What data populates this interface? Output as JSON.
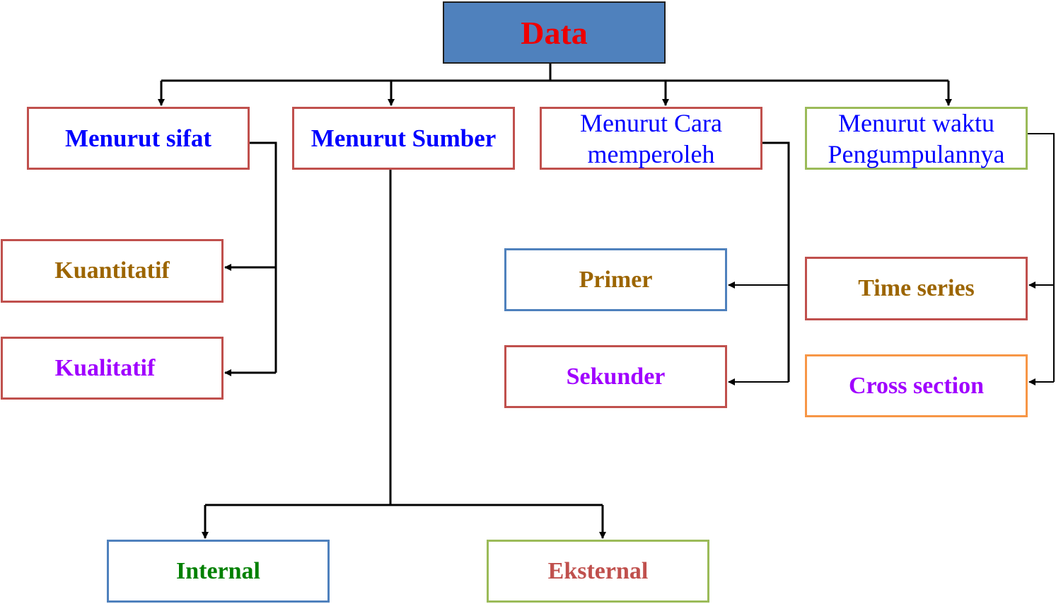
{
  "root": {
    "label": "Data"
  },
  "categories": {
    "sifat": {
      "label": "Menurut sifat"
    },
    "sumber": {
      "label": "Menurut Sumber"
    },
    "cara": {
      "line1": "Menurut Cara",
      "line2": "memperoleh"
    },
    "waktu": {
      "line1": "Menurut waktu",
      "line2": "Pengumpulannya"
    }
  },
  "sifat_items": [
    "Kuantitatif",
    "Kualitatif"
  ],
  "cara_items": [
    "Primer",
    "Sekunder"
  ],
  "waktu_items": [
    "Time series",
    "Cross section"
  ],
  "sumber_items": [
    "Internal",
    "Eksternal"
  ],
  "colors": {
    "root_fill": "#4f81bd",
    "root_text": "#ee0000",
    "border_red": "#c0504d",
    "border_blue": "#4f81bd",
    "border_green": "#9bbb59",
    "border_orange": "#f79646",
    "text_blue": "#0000ff",
    "text_purple": "#a000ff",
    "text_olive": "#9c6500",
    "text_green": "#008000",
    "text_rose": "#c0504d",
    "connector": "#000000"
  }
}
